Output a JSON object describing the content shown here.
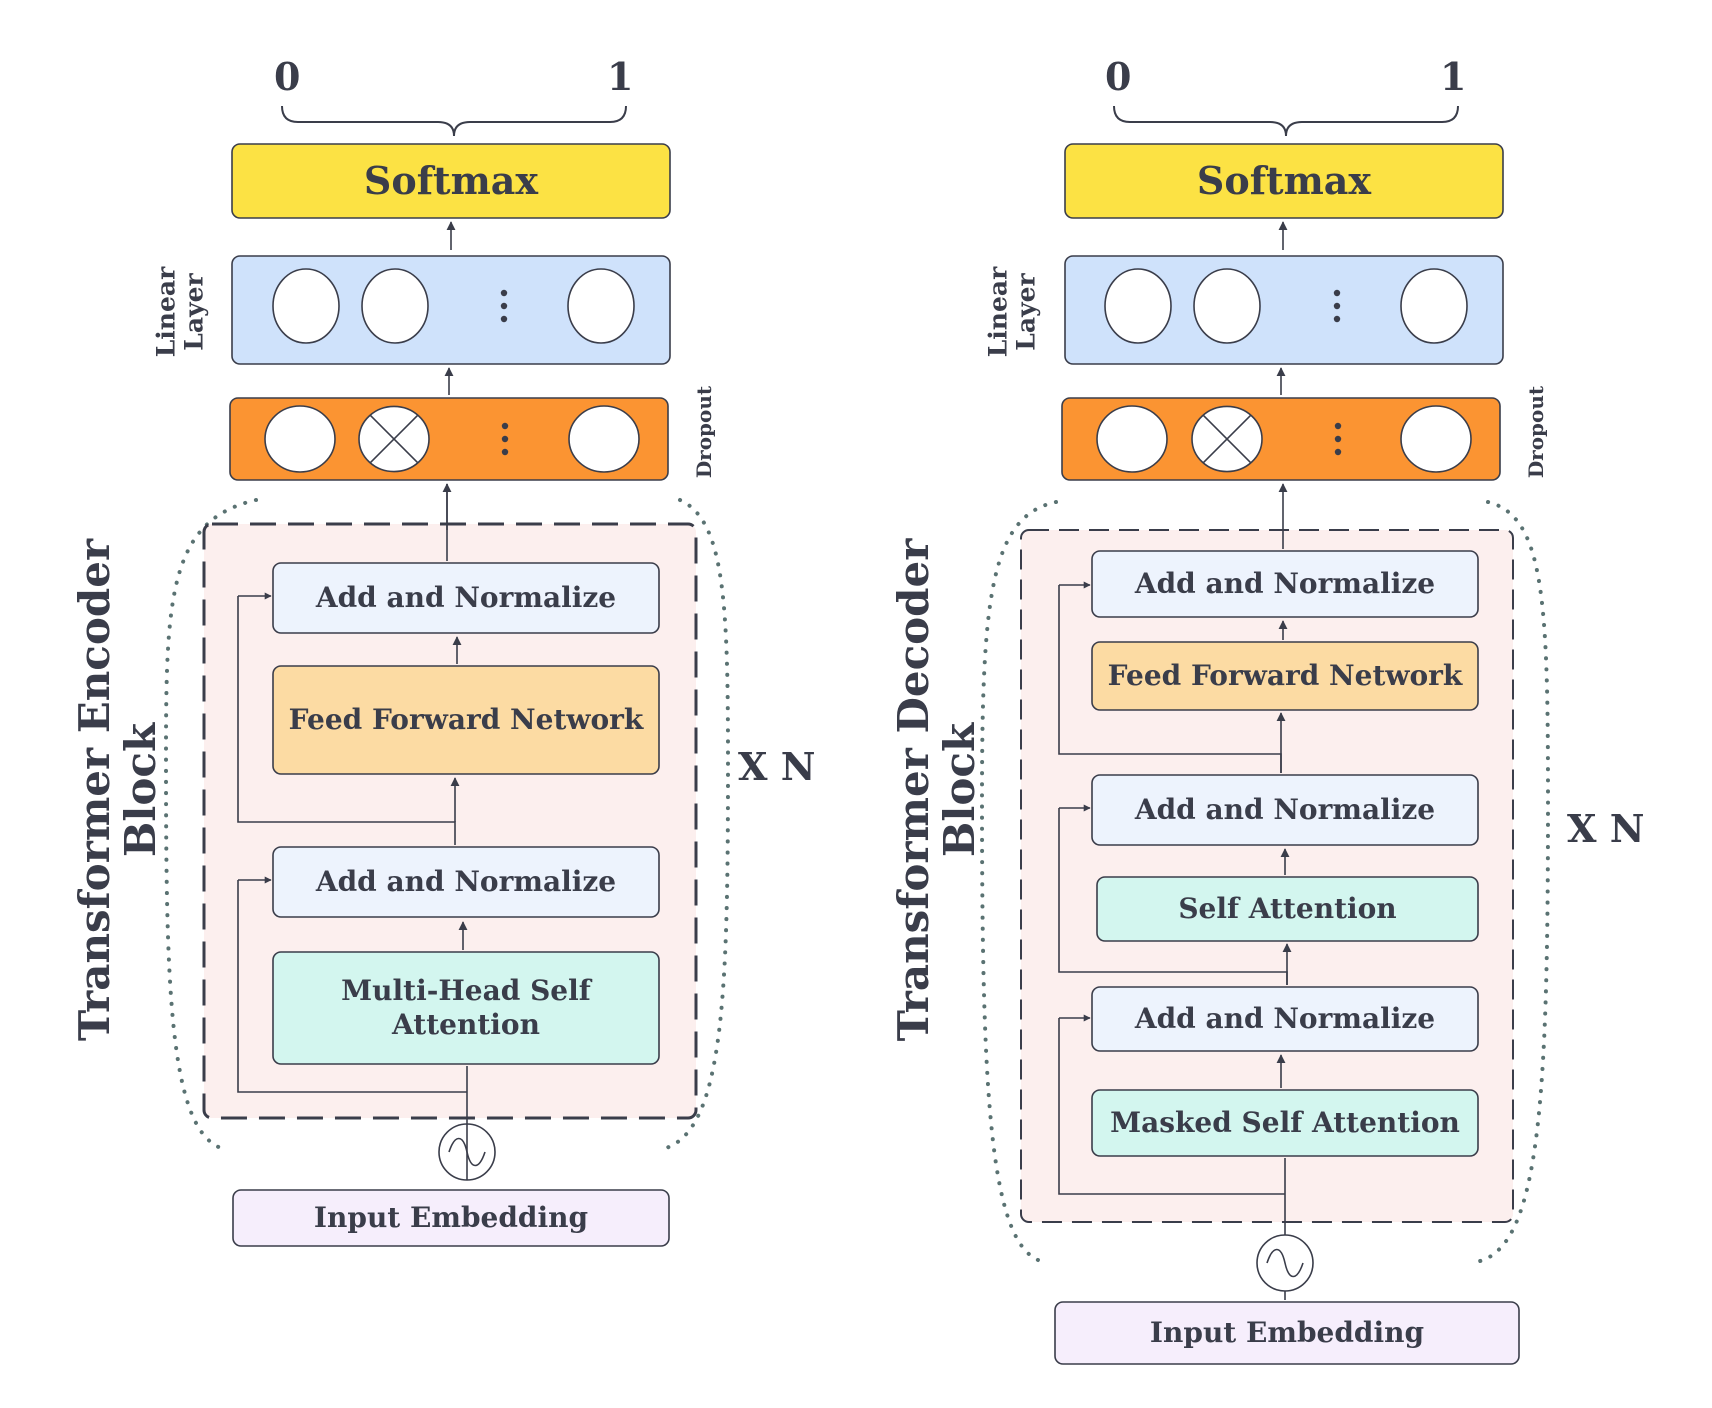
{
  "colors": {
    "softmax": "#fce244",
    "linear": "#cfe2fb",
    "dropout": "#fb9432",
    "add_norm": "#edf3fd",
    "ffn": "#fcdba3",
    "attention": "#d3f6ef",
    "embedding": "#f6eefc",
    "block_bg": "#fcefee",
    "stroke": "#3a3d4a",
    "dots": "#5a7272"
  },
  "encoder": {
    "range_low": "0",
    "range_high": "1",
    "softmax": "Softmax",
    "linear_layer": "Linear\nLayer",
    "dropout": "Dropout",
    "block_title": "Transformer Encoder\nBlock",
    "repeat": "X N",
    "add_norm_top": "Add and Normalize",
    "ffn": "Feed Forward Network",
    "add_norm_bottom": "Add and Normalize",
    "attention": "Multi-Head Self\nAttention",
    "input": "Input Embedding"
  },
  "decoder": {
    "range_low": "0",
    "range_high": "1",
    "softmax": "Softmax",
    "linear_layer": "Linear\nLayer",
    "dropout": "Dropout",
    "block_title": "Transformer Decoder\nBlock",
    "repeat": "X N",
    "add_norm_top": "Add and Normalize",
    "ffn": "Feed Forward Network",
    "add_norm_mid": "Add and Normalize",
    "self_attention": "Self Attention",
    "add_norm_bottom": "Add and Normalize",
    "masked_attention": "Masked Self Attention",
    "input": "Input Embedding"
  }
}
